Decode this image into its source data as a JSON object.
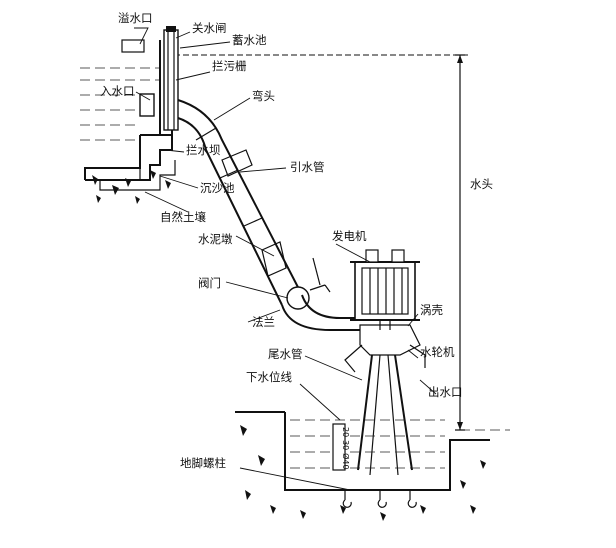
{
  "labels": {
    "spillway": "溢水口",
    "gate_close": "关水闸",
    "reservoir": "蓄水池",
    "trash_rack": "拦污栅",
    "inlet": "入水口",
    "bend": "弯头",
    "dam": "拦水坝",
    "penstock": "引水管",
    "settling_pond": "沉沙池",
    "natural_soil": "自然土壤",
    "head": "水头",
    "cement_pier": "水泥墩",
    "generator": "发电机",
    "valve": "阀门",
    "volute": "涡壳",
    "flange": "法兰",
    "turbine": "水轮机",
    "draft_tube": "尾水管",
    "tailwater_line": "下水位线",
    "outlet": "出水口",
    "anchor_bolt": "地脚螺柱",
    "gauge": "20-30-Ø40"
  }
}
